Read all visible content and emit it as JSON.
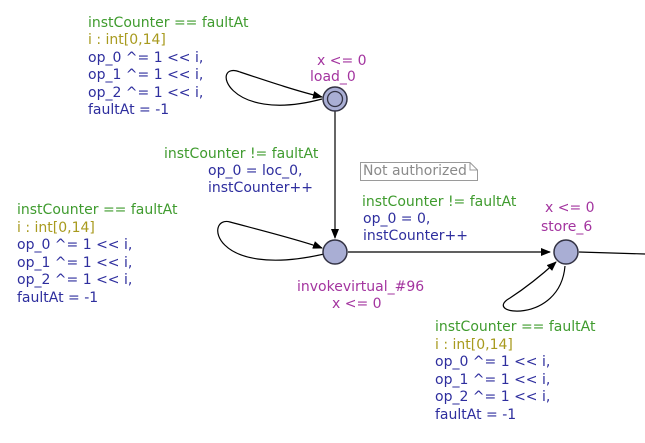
{
  "locations": {
    "load_0": {
      "name": "load_0",
      "invariant": "x <= 0",
      "initial": true
    },
    "invokevirtual_96": {
      "name": "invokevirtual_#96",
      "invariant": "x <= 0"
    },
    "store_6": {
      "name": "store_6",
      "invariant": "x <= 0"
    }
  },
  "edges": {
    "load0_loop": {
      "guard": "instCounter == faultAt",
      "select": "i : int[0,14]",
      "updates": [
        "op_0 ^= 1 << i,",
        "op_1 ^= 1 << i,",
        "op_2 ^= 1 << i,",
        "faultAt = -1"
      ]
    },
    "load0_to_invoke": {
      "guard": "instCounter != faultAt",
      "updates": [
        "op_0 = loc_0,",
        "instCounter++"
      ]
    },
    "invoke_loop": {
      "guard": "instCounter == faultAt",
      "select": "i : int[0,14]",
      "updates": [
        "op_0 ^= 1 << i,",
        "op_1 ^= 1 << i,",
        "op_2 ^= 1 << i,",
        "faultAt = -1"
      ]
    },
    "invoke_to_store": {
      "guard": "instCounter != faultAt",
      "updates": [
        "op_0 = 0,",
        "instCounter++"
      ]
    },
    "store_loop": {
      "guard": "instCounter == faultAt",
      "select": "i : int[0,14]",
      "updates": [
        "op_0 ^= 1 << i,",
        "op_1 ^= 1 << i,",
        "op_2 ^= 1 << i,",
        "faultAt = -1"
      ]
    }
  },
  "note": "Not authorized",
  "colors": {
    "location_fill": "#a9aed4",
    "location_stroke": "#333344",
    "edge": "#000000",
    "guard": "#3f9b2e",
    "select": "#a89a1e",
    "assign": "#2e2e9e",
    "name": "#a3349f"
  }
}
